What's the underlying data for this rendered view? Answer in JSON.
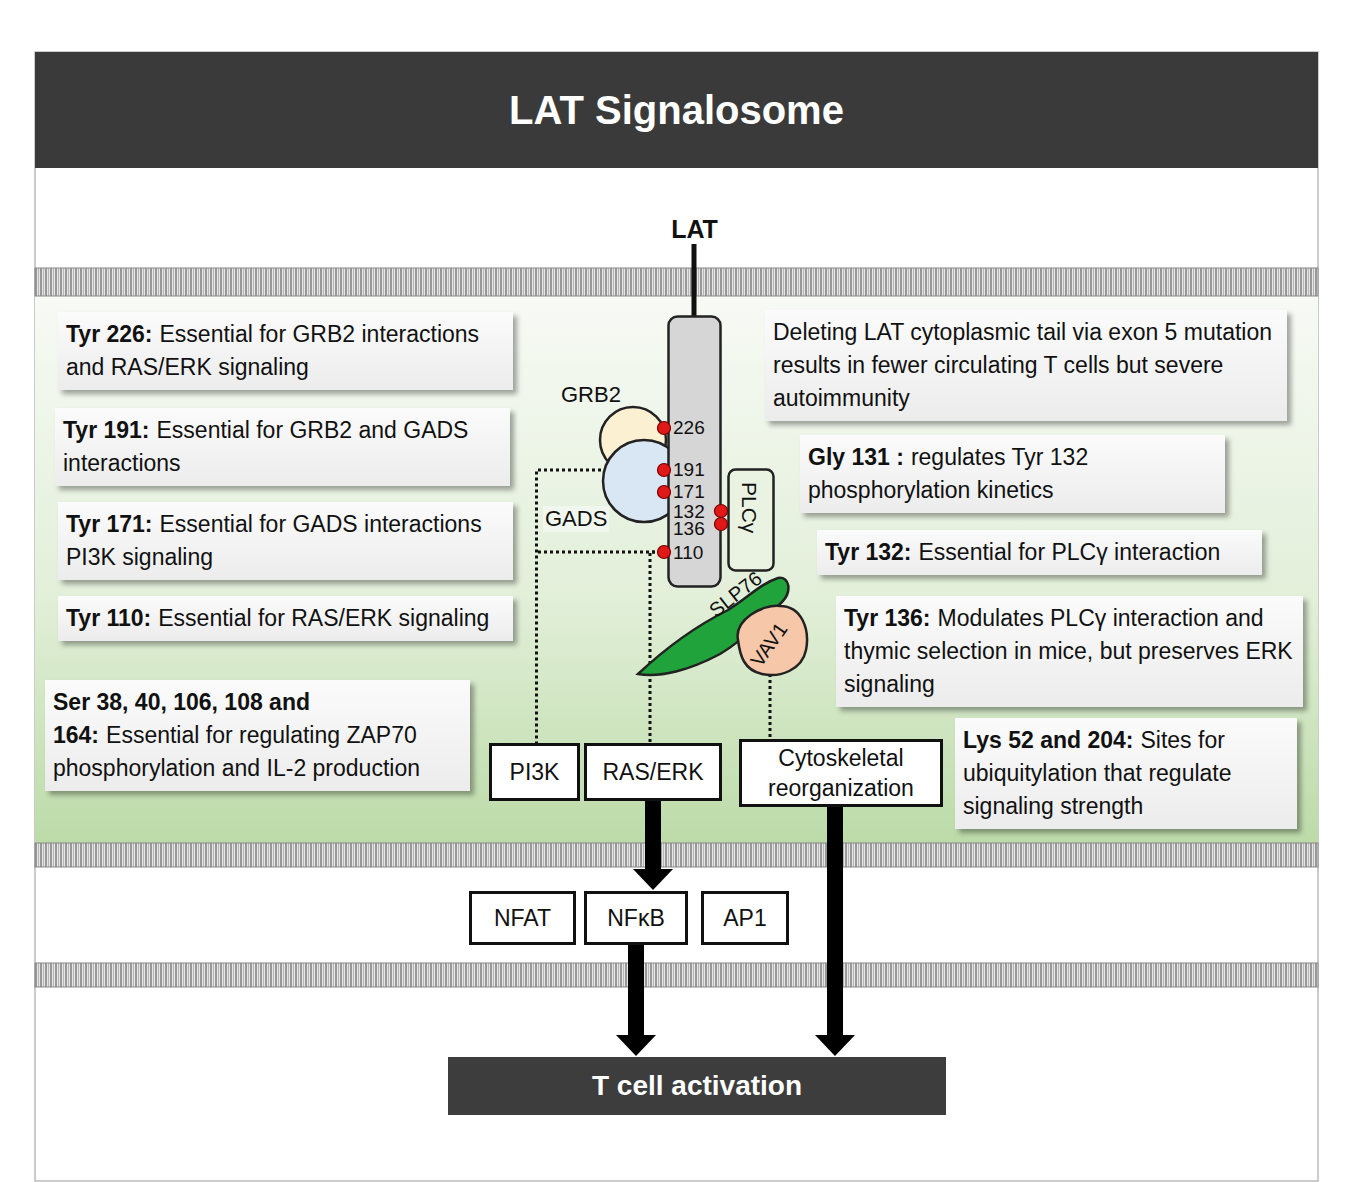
{
  "diagram": {
    "title": "LAT Signalosome",
    "nodes": [
      {
        "text": [
          "Tyr 226:",
          "Essential for GRB2 interactions and RAS/ERK signaling"
        ]
      },
      {
        "text": [
          "LAT"
        ]
      },
      {
        "text": [
          "Deleting LAT cytoplasmic tail via exon 5 mutation results in fewer circulating T cells but severe autoimmunity"
        ]
      },
      {
        "text": [
          "GRB2"
        ]
      },
      {
        "text": [
          "Tyr 191:",
          "Essential for GRB2 and GADS interactions"
        ]
      },
      {
        "text": [
          "Gly 131 :",
          "regulates Tyr 132 phosphorylation kinetics"
        ]
      },
      {
        "text": [
          "GADS"
        ]
      },
      {
        "text": [
          "PLCγ"
        ]
      },
      {
        "text": [
          "Tyr 171:",
          "Essential for GADS interactions PI3K signaling"
        ]
      },
      {
        "text": [
          "Tyr 132:",
          "Essential for PLCγ interaction"
        ]
      },
      {
        "text": [
          "Tyr 110:",
          "Essential for RAS/ERK signaling"
        ]
      },
      {
        "text": [
          "SLP76"
        ]
      },
      {
        "text": [
          "VAV1"
        ]
      },
      {
        "text": [
          "Tyr 136:",
          "Modulates PLCγ interaction and thymic selection in mice, but preserves ERK signaling"
        ]
      },
      {
        "text": [
          "Ser 38, 40, 106, 108 and 164:",
          "Essential for regulating ZAP70 phosphorylation and  IL-2 production"
        ]
      },
      {
        "text": [
          "PI3K"
        ]
      },
      {
        "text": [
          "RAS/ERK"
        ]
      },
      {
        "text": [
          "Cytoskeletal reorganization"
        ]
      },
      {
        "text": [
          "Lys 52 and 204:",
          "Sites for ubiquitylation that regulate signaling strength"
        ]
      },
      {
        "text": [
          "NFAT"
        ]
      },
      {
        "text": [
          "NFκB"
        ]
      },
      {
        "text": [
          "AP1"
        ]
      },
      {
        "text": [
          "T cell activation"
        ]
      }
    ],
    "edges": [
      {
        "from": 1,
        "to": 15,
        "arrow": "none"
      },
      {
        "from": 1,
        "to": 16,
        "arrow": "none"
      },
      {
        "from": 12,
        "to": 17,
        "arrow": "none"
      },
      {
        "from": 16,
        "to": 20,
        "arrow": "to"
      },
      {
        "from": 20,
        "to": 22,
        "arrow": "to"
      },
      {
        "from": 17,
        "to": 22,
        "arrow": "to"
      }
    ],
    "labels": [
      "226",
      "191",
      "171",
      "132",
      "136",
      "110"
    ]
  }
}
